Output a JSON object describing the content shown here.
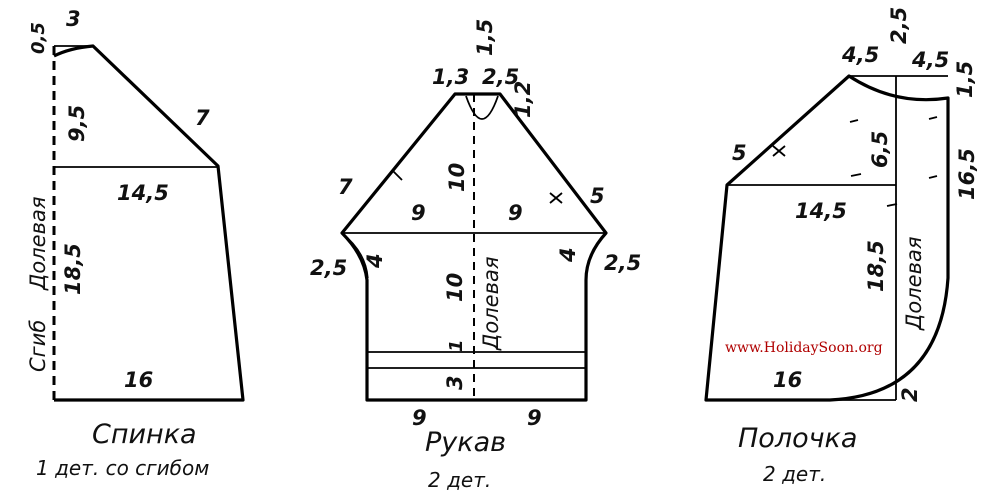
{
  "back": {
    "title": "Спинка",
    "subtitle": "1 дет. со сгибом",
    "fold_label": "Сгиб",
    "grain_label": "Долевая",
    "dims": {
      "top_drop": "0,5",
      "neck_width": "3",
      "armhole_depth": "9,5",
      "shoulder": "7",
      "chest": "14,5",
      "side": "18,5",
      "hem": "16"
    }
  },
  "sleeve": {
    "title": "Рукав",
    "subtitle": "2 дет.",
    "grain_label": "Долевая",
    "dims": {
      "top": "1,5",
      "top_left": "1,3",
      "top_right": "2,5",
      "cap_right_upper": "1,2",
      "cap_left": "7",
      "cap_height": "10",
      "cap_right": "5",
      "half_left": "9",
      "half_right": "9",
      "under_left": "2,5",
      "under_right": "2,5",
      "armhole_left": "4",
      "armhole_right": "4",
      "body_height": "10",
      "band_1": "1",
      "band_3": "3",
      "hem_left": "9",
      "hem_right": "9"
    }
  },
  "front": {
    "title": "Полочка",
    "subtitle": "2 дет.",
    "grain_label": "Долевая",
    "dims": {
      "top_left": "4,5",
      "top_mid": "2,5",
      "top_right": "4,5",
      "top_right_side": "1,5",
      "shoulder": "5",
      "armhole": "6,5",
      "front_edge": "16,5",
      "chest": "14,5",
      "side": "18,5",
      "hem": "16",
      "hem_right": "2"
    }
  },
  "watermark": "www.HolidaySoon.org"
}
